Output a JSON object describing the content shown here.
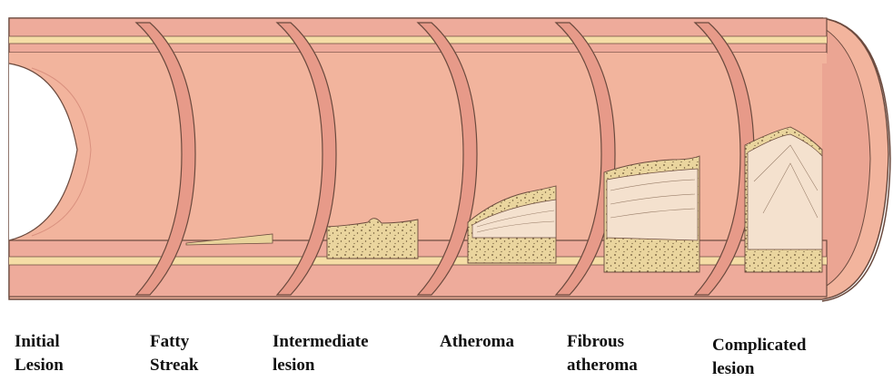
{
  "stages": [
    {
      "id": "initial",
      "lines": [
        "Initial",
        "Lesion"
      ]
    },
    {
      "id": "fatty",
      "lines": [
        "Fatty",
        "Streak"
      ]
    },
    {
      "id": "intermediate",
      "lines": [
        "Intermediate",
        "lesion"
      ]
    },
    {
      "id": "atheroma",
      "lines": [
        "Atheroma"
      ]
    },
    {
      "id": "fibrous",
      "lines": [
        "Fibrous",
        "atheroma"
      ]
    },
    {
      "id": "complicated",
      "lines": [
        "Complicated",
        "lesion"
      ]
    }
  ],
  "colors": {
    "wall": "#ECA79A",
    "wall_light": "#F1B7A6",
    "lumen": "#F2B79F",
    "intima": "#F5DDA6",
    "lipid": "#E9D39B",
    "fibrous_cap": "#F4E1CE",
    "outline": "#6b4a3e"
  }
}
